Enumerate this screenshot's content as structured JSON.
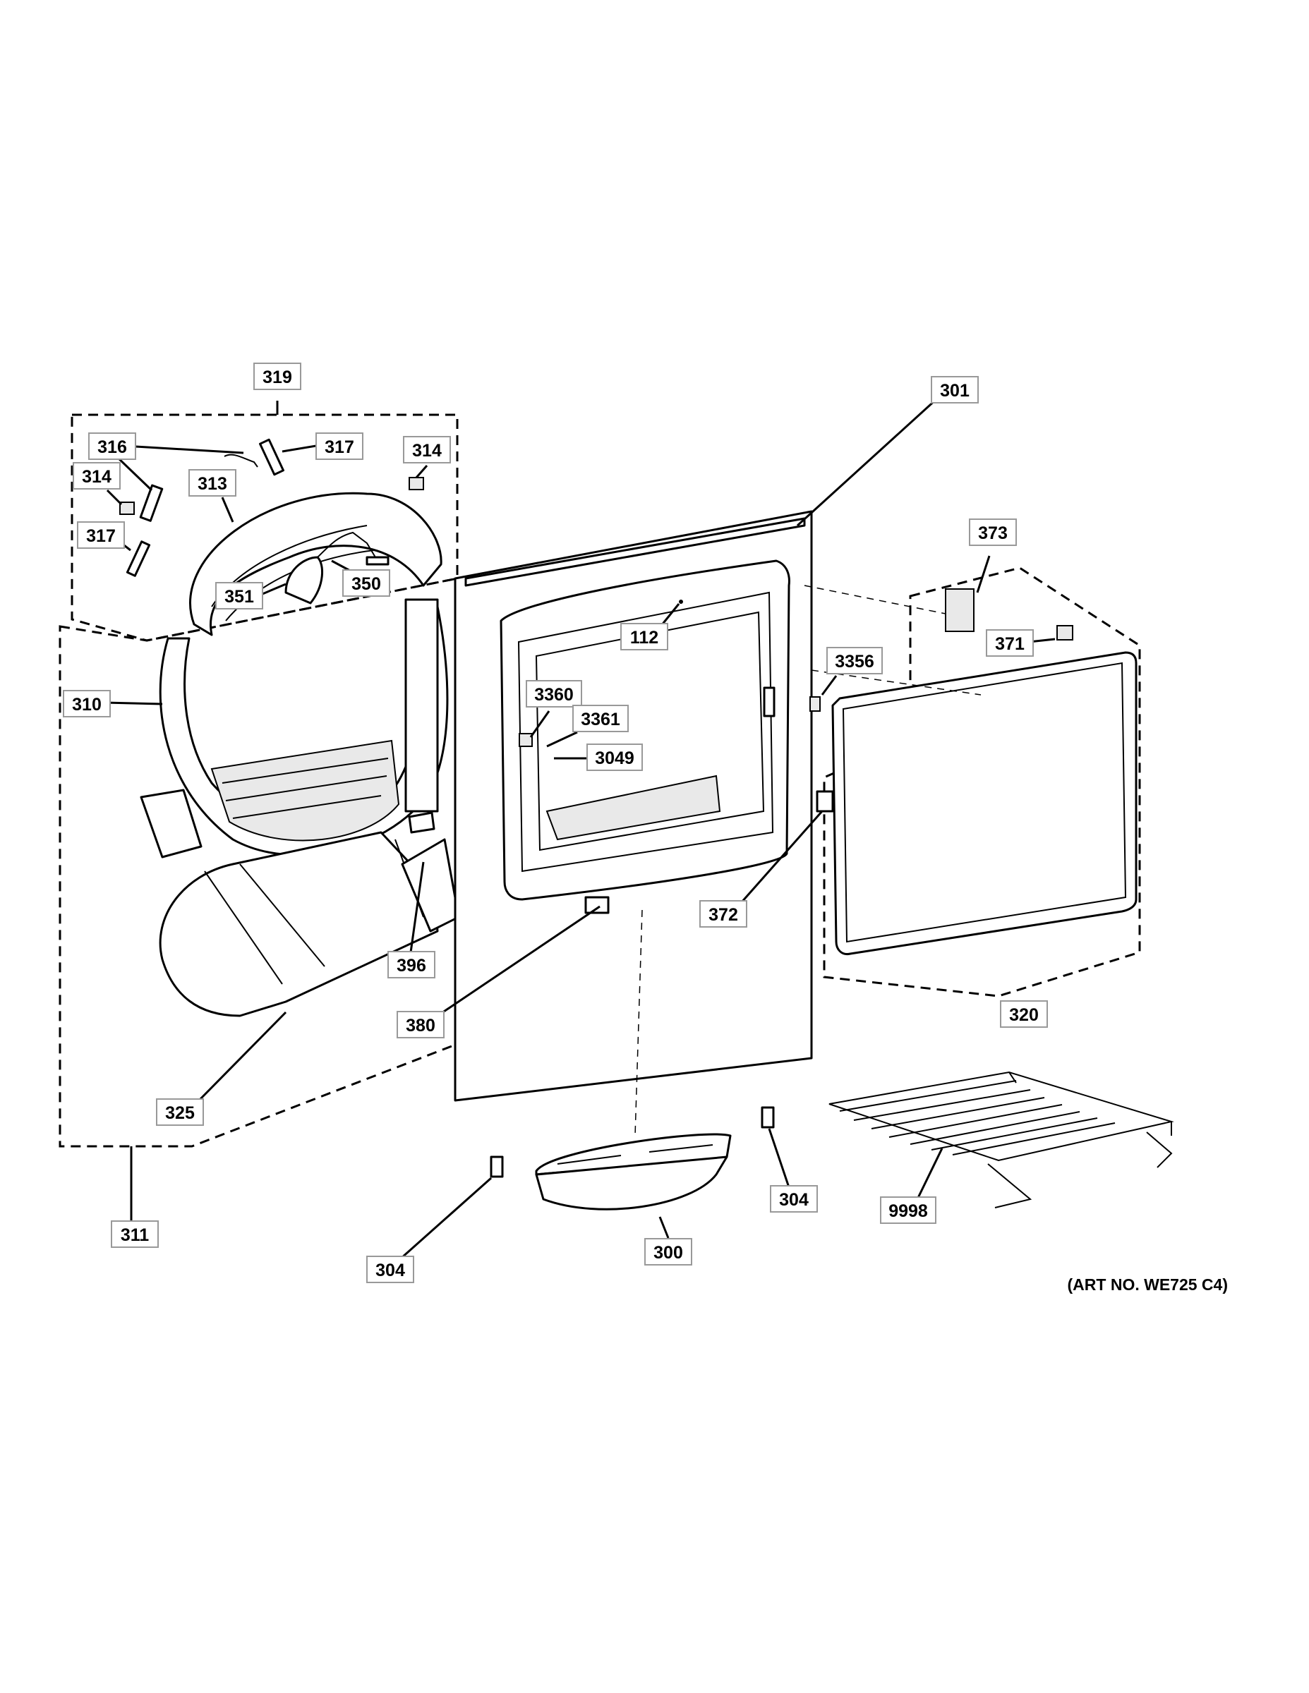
{
  "callouts": [
    {
      "id": "319"
    },
    {
      "id": "316"
    },
    {
      "id": "317"
    },
    {
      "id": "314"
    },
    {
      "id": "313"
    },
    {
      "id": "314"
    },
    {
      "id": "317"
    },
    {
      "id": "351"
    },
    {
      "id": "350"
    },
    {
      "id": "310"
    },
    {
      "id": "325"
    },
    {
      "id": "311"
    },
    {
      "id": "396"
    },
    {
      "id": "380"
    },
    {
      "id": "301"
    },
    {
      "id": "112"
    },
    {
      "id": "3360"
    },
    {
      "id": "3361"
    },
    {
      "id": "3049"
    },
    {
      "id": "373"
    },
    {
      "id": "371"
    },
    {
      "id": "3356"
    },
    {
      "id": "372"
    },
    {
      "id": "320"
    },
    {
      "id": "304"
    },
    {
      "id": "300"
    },
    {
      "id": "304"
    },
    {
      "id": "9998"
    }
  ],
  "art_number": "(ART NO. WE725 C4)"
}
